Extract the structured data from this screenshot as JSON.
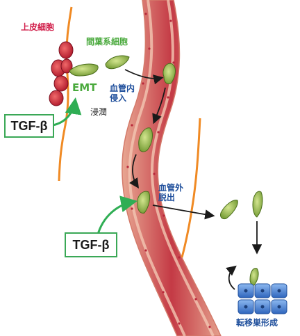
{
  "labels": {
    "epithelial_cells": "上皮細胞",
    "mesenchymal_cells": "間葉系細胞",
    "emt": "EMT",
    "intravasation_line1": "血管内",
    "intravasation_line2": "侵入",
    "invasion": "浸潤",
    "extravasation_line1": "血管外",
    "extravasation_line2": "脱出",
    "metastasis": "転移巣形成"
  },
  "tgf_boxes": [
    {
      "label": "TGF-β"
    },
    {
      "label": "TGF-β"
    }
  ],
  "colors": {
    "epithelial_label": "#d11e4a",
    "mesenchymal_label": "#49a93c",
    "vessel_label": "#1f4f9c",
    "tgf_border": "#3aa856",
    "vessel_fill": "#c8404a",
    "basement_membrane": "#f08a24",
    "tumor_cell_red": "#d3313f",
    "mesenchymal_cell": "#8fb547",
    "metastatic_cell_blue": "#3f7fd0"
  }
}
